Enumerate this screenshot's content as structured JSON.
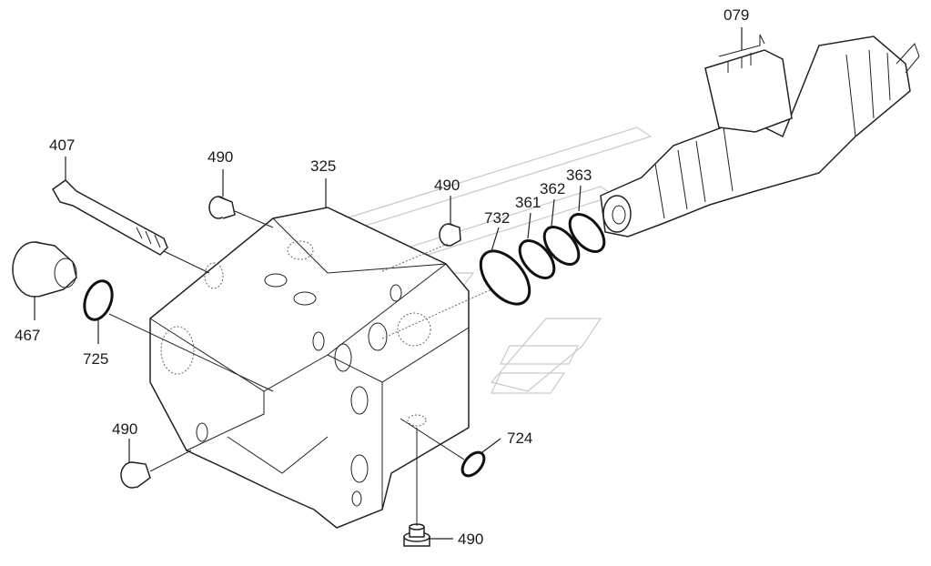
{
  "parts": {
    "p079": "079",
    "p407": "407",
    "p490_a": "490",
    "p325": "325",
    "p490_b": "490",
    "p732": "732",
    "p361": "361",
    "p362": "362",
    "p363": "363",
    "p467": "467",
    "p725": "725",
    "p490_c": "490",
    "p724": "724",
    "p490_d": "490"
  }
}
